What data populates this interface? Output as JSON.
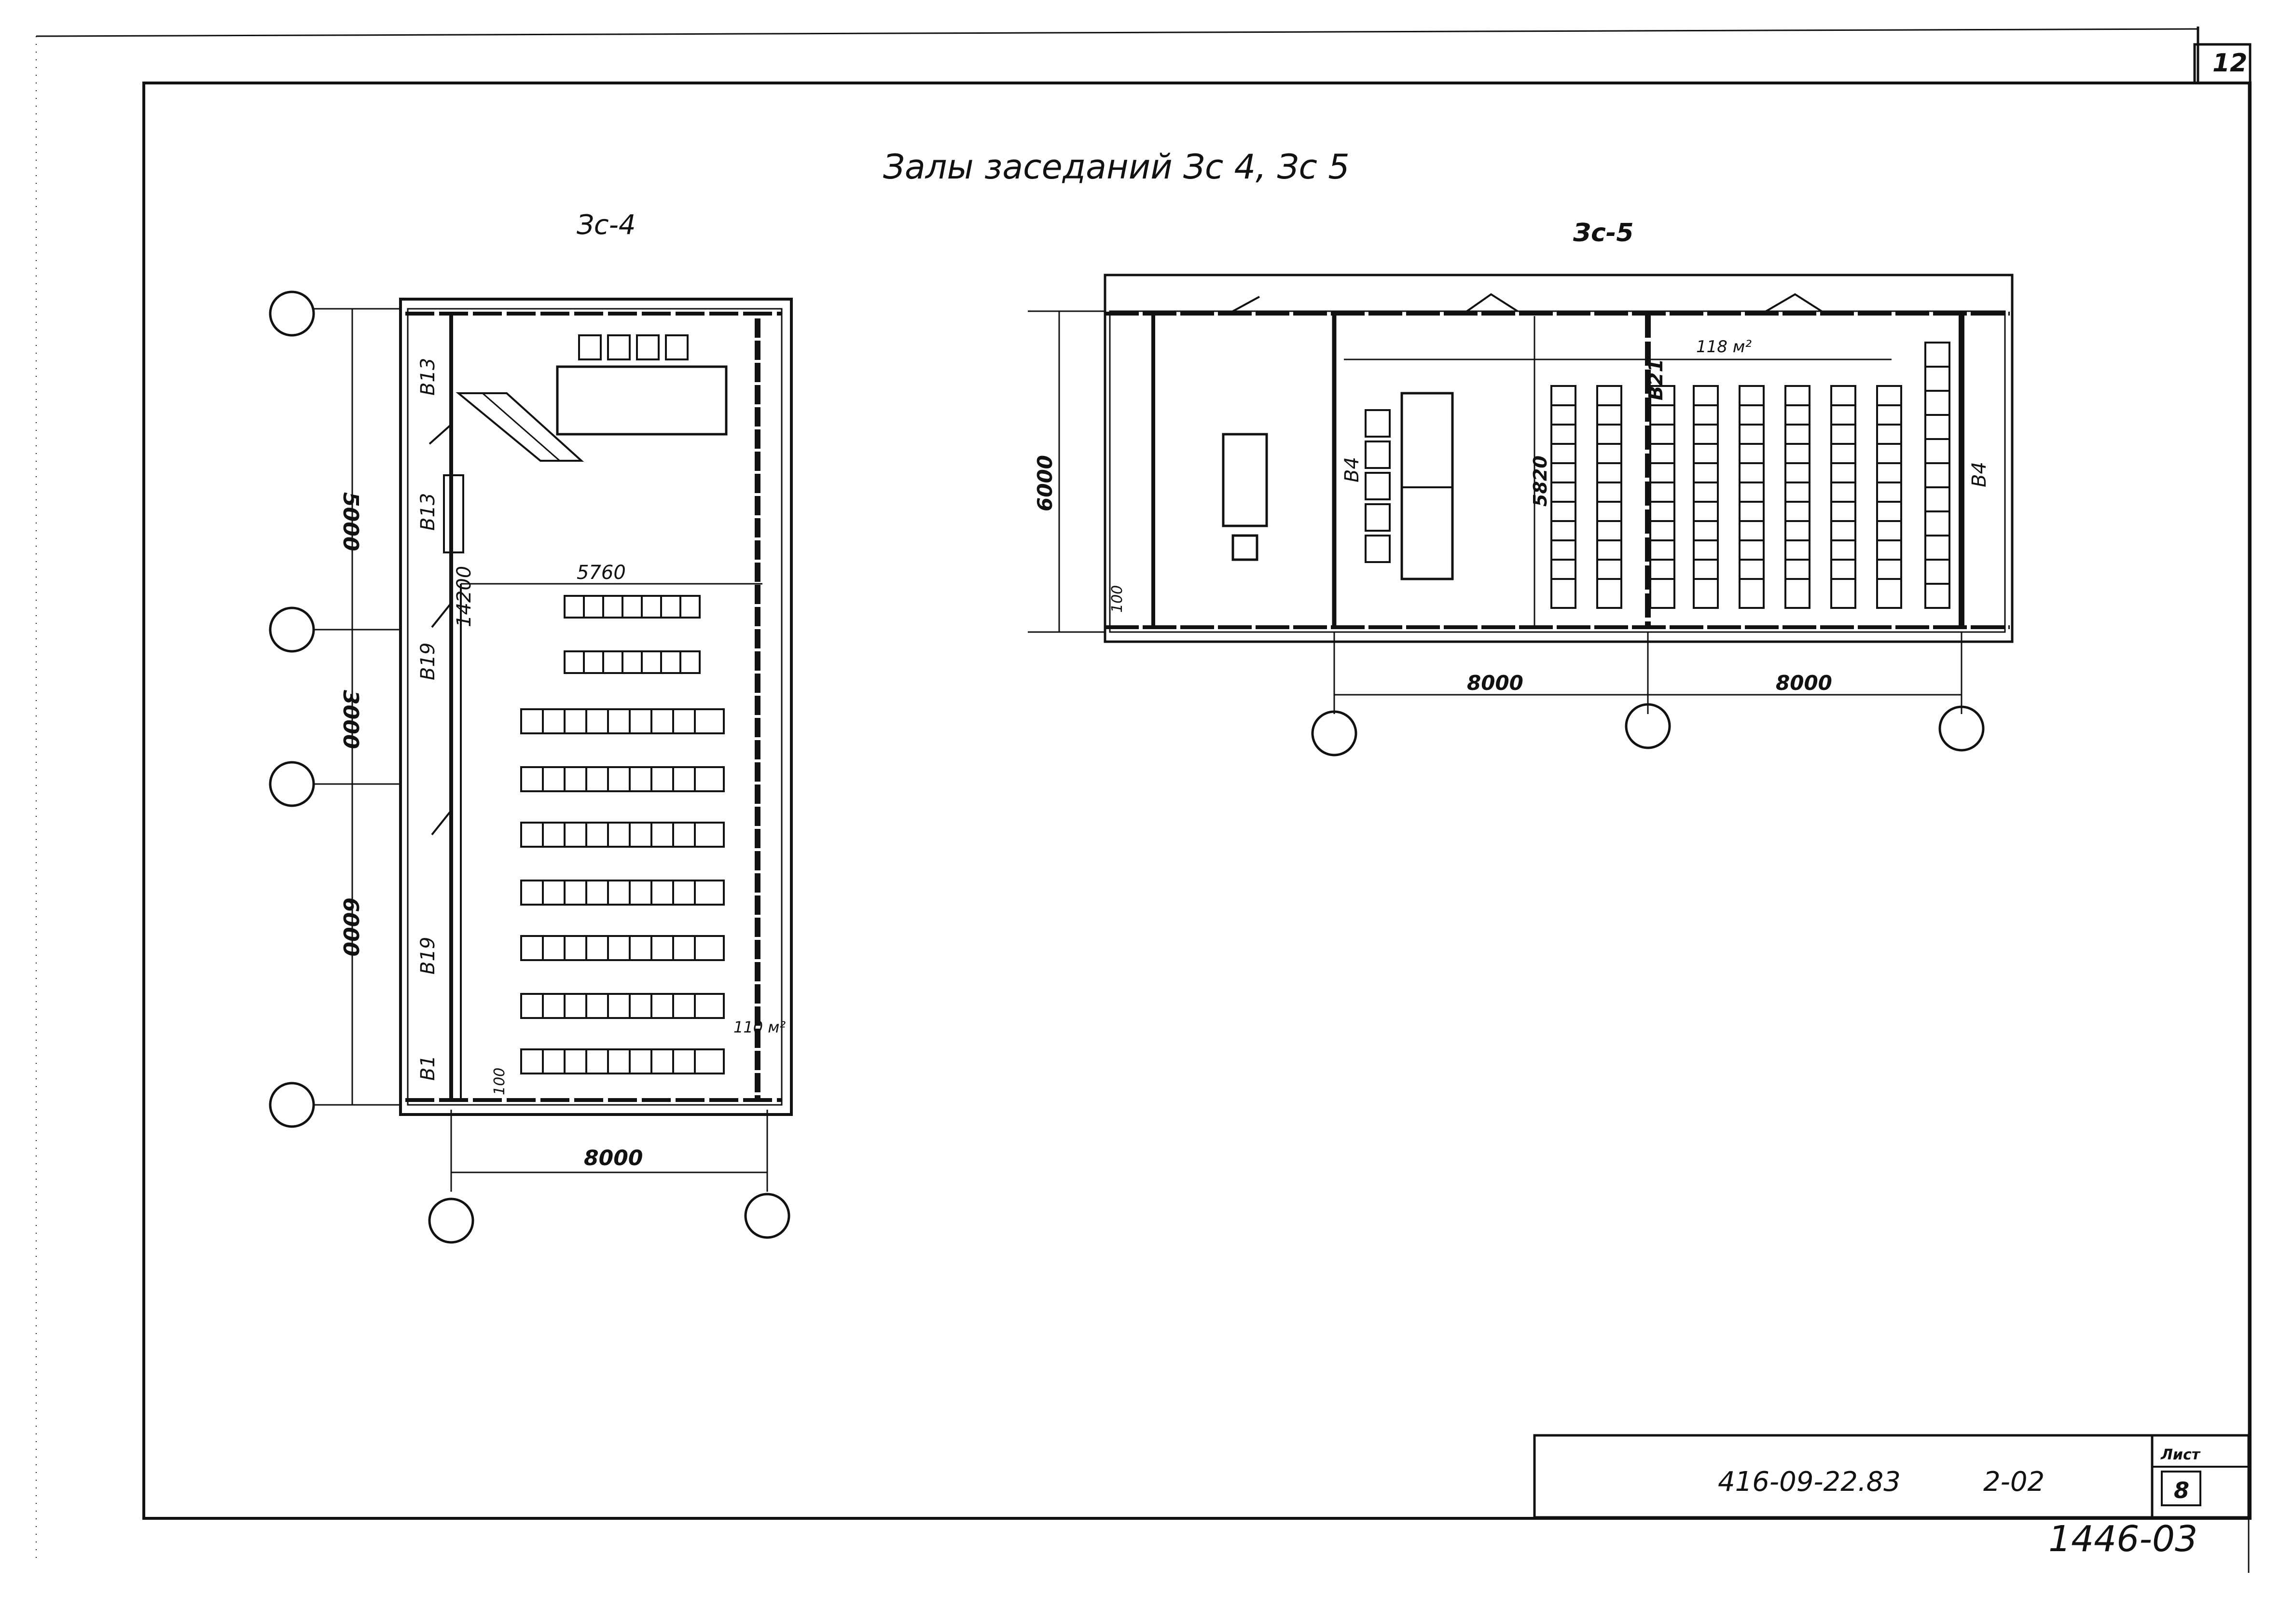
{
  "sheet": {
    "page_number": "12",
    "title": "Залы заседаний Зс 4, Зс 5",
    "stamp_code": "416-09-22.83",
    "stamp_sheet": "2-02",
    "stamp_list_label": "Лист",
    "stamp_list_value": "8",
    "archive_number": "1446-03"
  },
  "plan_zs4": {
    "label": "Зс-4",
    "dims_left": [
      "5000",
      "3000",
      "6000"
    ],
    "dims_bottom": "8000",
    "dim_inner_width": "5760",
    "dim_inner_length": "14200",
    "dim_wall": "100",
    "area": "110 м²",
    "marks": [
      "В13",
      "В13",
      "В19",
      "В19",
      "В1"
    ]
  },
  "plan_zs5": {
    "label": "Зс-5",
    "dim_left": "6000",
    "dims_bottom": [
      "8000",
      "8000"
    ],
    "dim_inner": "5820",
    "dim_wall": "100",
    "area": "118 м²",
    "marks": [
      "В4",
      "В21",
      "В4"
    ]
  }
}
